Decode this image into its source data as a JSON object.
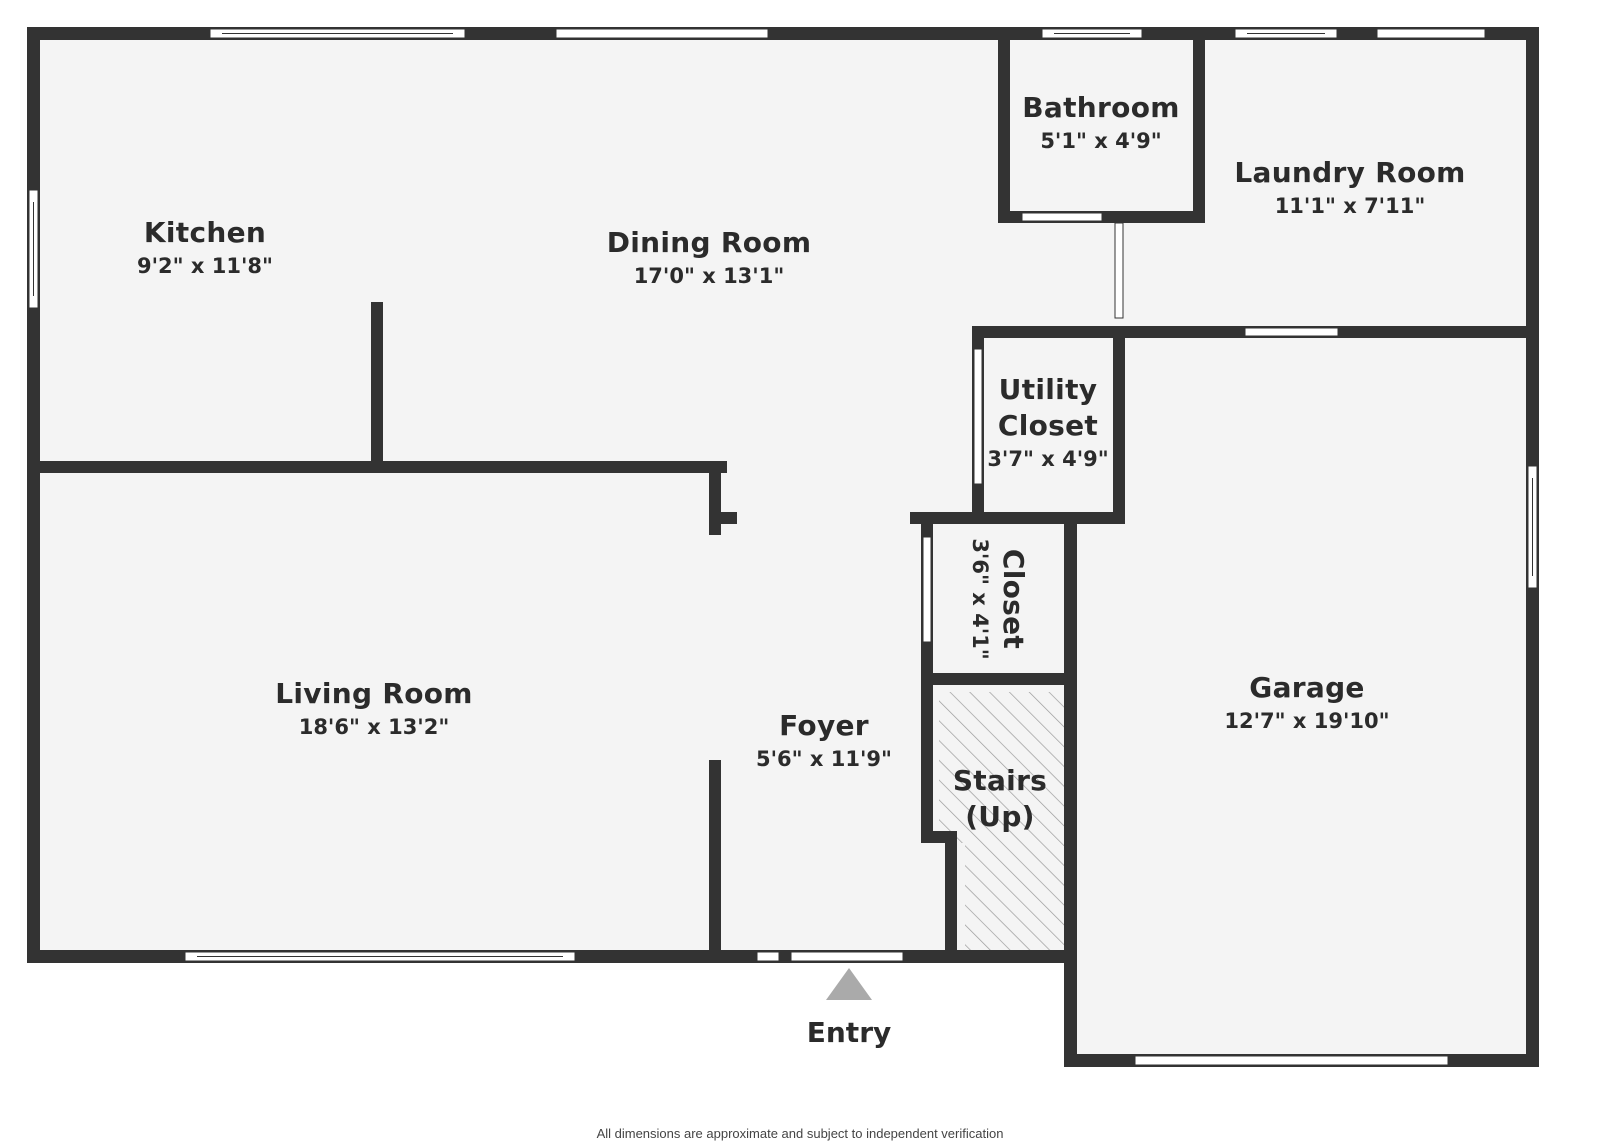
{
  "colors": {
    "wall": "#333333",
    "floor": "#f4f4f4",
    "window": "#ffffff",
    "hatch": "#9a9a9a",
    "entry_arrow": "#aaaaaa"
  },
  "rooms": {
    "kitchen": {
      "name": "Kitchen",
      "dimensions": "9'2\" x 11'8\""
    },
    "dining_room": {
      "name": "Dining Room",
      "dimensions": "17'0\" x 13'1\""
    },
    "bathroom": {
      "name": "Bathroom",
      "dimensions": "5'1\" x 4'9\""
    },
    "laundry_room": {
      "name": "Laundry Room",
      "dimensions": "11'1\" x 7'11\""
    },
    "utility_closet": {
      "name_line1": "Utility",
      "name_line2": "Closet",
      "dimensions": "3'7\" x 4'9\""
    },
    "closet": {
      "name": "Closet",
      "dimensions": "3'6\" x 4'1\""
    },
    "living_room": {
      "name": "Living Room",
      "dimensions": "18'6\" x 13'2\""
    },
    "foyer": {
      "name": "Foyer",
      "dimensions": "5'6\" x 11'9\""
    },
    "stairs": {
      "name_line1": "Stairs",
      "name_line2": "(Up)"
    },
    "garage": {
      "name": "Garage",
      "dimensions": "12'7\" x 19'10\""
    }
  },
  "entry": {
    "label": "Entry",
    "icon": "entry-arrow-icon"
  },
  "footnote": "All dimensions are approximate and subject to independent verification"
}
